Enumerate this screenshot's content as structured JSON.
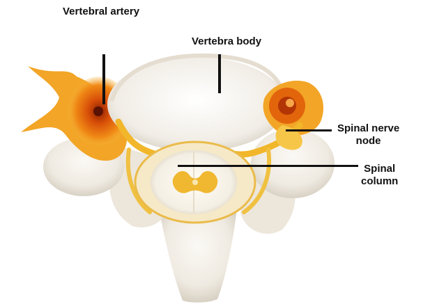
{
  "labels": {
    "vertebral_artery": "Vertebral artery",
    "vertebra_body": "Vertebra body",
    "spinal_nerve_node": [
      "Spinal nerve",
      "node"
    ],
    "spinal_column": [
      "Spinal",
      "column"
    ]
  },
  "colors": {
    "bone": "#f3eee6",
    "bone_shadow": "#d9d3c8",
    "nerve_yellow": "#f0b323",
    "artery_orange": "#e8720f",
    "artery_core": "#a32a05"
  }
}
